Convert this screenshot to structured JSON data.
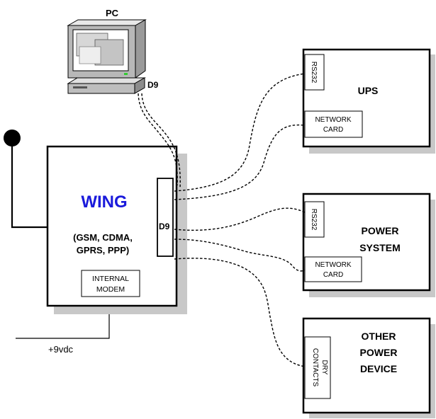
{
  "pc": {
    "label": "PC",
    "port": "D9"
  },
  "wing": {
    "name": "WING",
    "protocols": [
      "(GSM, CDMA,",
      "GPRS, PPP)"
    ],
    "modem": [
      "INTERNAL",
      "MODEM"
    ],
    "port": "D9",
    "power": "+9vdc"
  },
  "devices": {
    "ups": {
      "title": [
        "UPS"
      ],
      "rs232": "RS232",
      "network_card": [
        "NETWORK",
        "CARD"
      ]
    },
    "power_system": {
      "title": [
        "POWER",
        "SYSTEM"
      ],
      "rs232": "RS232",
      "network_card": [
        "NETWORK",
        "CARD"
      ]
    },
    "other": {
      "title": [
        "OTHER",
        "POWER",
        "DEVICE"
      ],
      "dry_contacts": [
        "DRY",
        "CONTACTS"
      ]
    }
  },
  "colors": {
    "wing_title": "#1a1adb",
    "shadow": "#c8c8c8",
    "line": "#000000"
  }
}
